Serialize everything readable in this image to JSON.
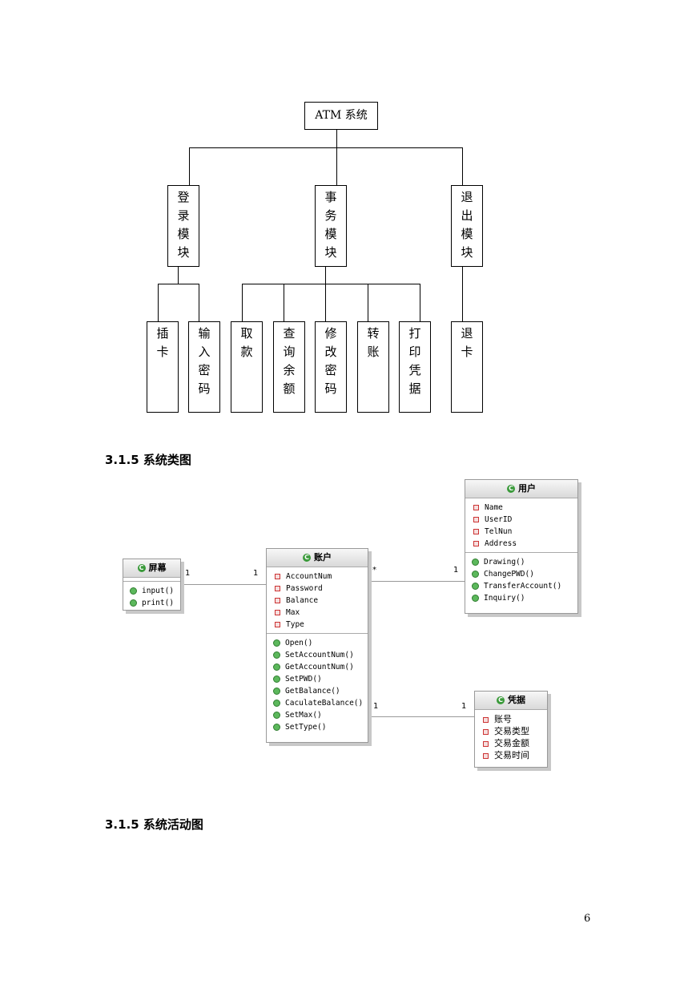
{
  "org_chart": {
    "root": "ATM 系统",
    "modules": [
      {
        "label": "登录模块",
        "children": [
          "插卡",
          "输入密码"
        ]
      },
      {
        "label": "事务模块",
        "children": [
          "取款",
          "查询余额",
          "修改密码",
          "转账",
          "打印凭据"
        ]
      },
      {
        "label": "退出模块",
        "children": [
          "退卡"
        ]
      }
    ]
  },
  "sections": {
    "class_diagram_title": "3.1.5 系统类图",
    "activity_diagram_title": "3.1.5 系统活动图"
  },
  "class_diagram": {
    "classes": {
      "screen": {
        "name": "屏幕",
        "attributes": [],
        "operations": [
          "input()",
          "print()"
        ]
      },
      "account": {
        "name": "账户",
        "attributes": [
          "AccountNum",
          "Password",
          "Balance",
          "Max",
          "Type"
        ],
        "operations": [
          "Open()",
          "SetAccountNum()",
          "GetAccountNum()",
          "SetPWD()",
          "GetBalance()",
          "CaculateBalance()",
          "SetMax()",
          "SetType()"
        ]
      },
      "user": {
        "name": "用户",
        "attributes": [
          "Name",
          "UserID",
          "TelNun",
          "Address"
        ],
        "operations": [
          "Drawing()",
          "ChangePWD()",
          "TransferAccount()",
          "Inquiry()"
        ]
      },
      "receipt": {
        "name": "凭据",
        "attributes": [
          "账号",
          "交易类型",
          "交易金额",
          "交易时间"
        ],
        "operations": []
      }
    },
    "associations": [
      {
        "from": "屏幕",
        "to": "账户",
        "from_mult": "1",
        "to_mult": "1"
      },
      {
        "from": "账户",
        "to": "用户",
        "from_mult": "*",
        "to_mult": "1"
      },
      {
        "from": "账户",
        "to": "凭据",
        "from_mult": "1",
        "to_mult": "1"
      }
    ]
  },
  "page_number": "6"
}
